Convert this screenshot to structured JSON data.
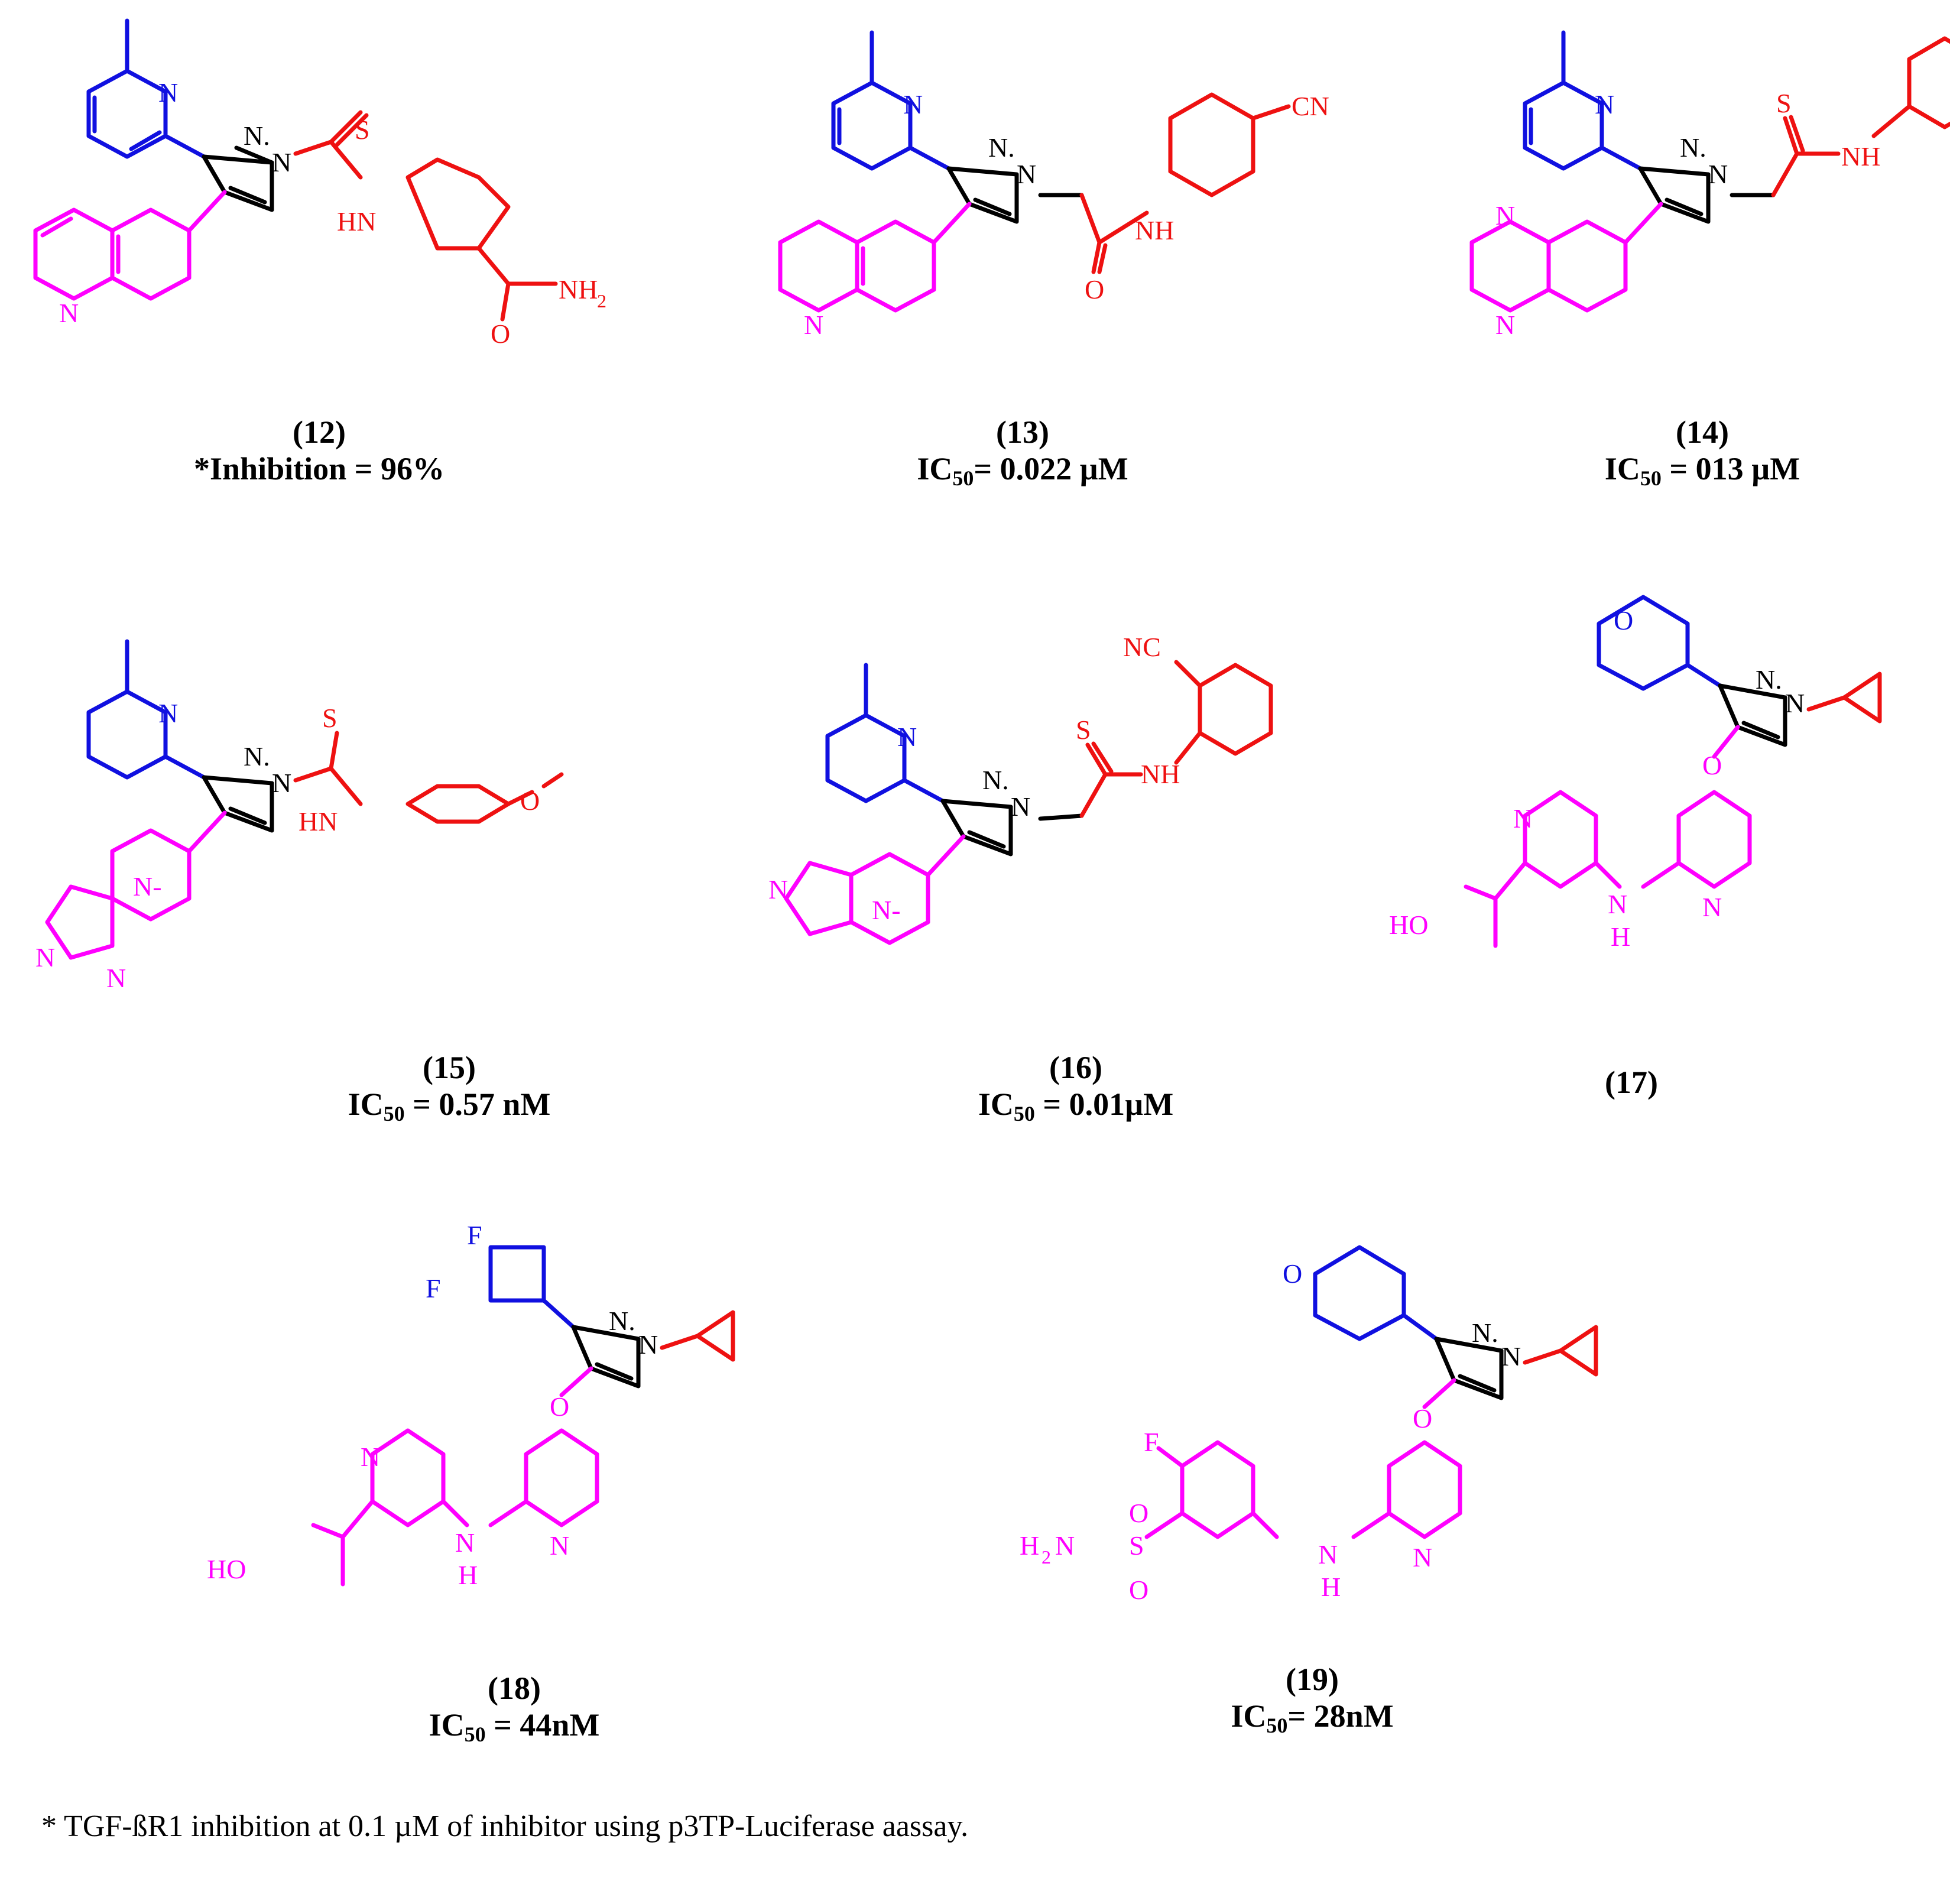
{
  "colors": {
    "core": "#000000",
    "blue": "#1010e0",
    "red": "#ee1111",
    "magenta": "#ff00ff"
  },
  "compounds": [
    {
      "id": "(12)",
      "activity_prefix": "*Inhibition = 96%",
      "activity_sub": "",
      "activity_suffix": ""
    },
    {
      "id": "(13)",
      "activity_prefix": "IC",
      "activity_sub": "50",
      "activity_suffix": "= 0.022 µM"
    },
    {
      "id": "(14)",
      "activity_prefix": "IC",
      "activity_sub": "50",
      "activity_suffix": "  = 013 µM"
    },
    {
      "id": "(15)",
      "activity_prefix": "IC",
      "activity_sub": "50",
      "activity_suffix": " = 0.57 nM"
    },
    {
      "id": "(16)",
      "activity_prefix": "IC",
      "activity_sub": "50",
      "activity_suffix": " = 0.01µM"
    },
    {
      "id": "(17)",
      "activity_prefix": "",
      "activity_sub": "",
      "activity_suffix": ""
    },
    {
      "id": "(18)",
      "activity_prefix": "IC",
      "activity_sub": "50",
      "activity_suffix": " = 44nM"
    },
    {
      "id": "(19)",
      "activity_prefix": "IC",
      "activity_sub": "50",
      "activity_suffix": "= 28nM"
    }
  ],
  "atoms": {
    "N": "N",
    "N_dot": "N.",
    "N_dash": "N-",
    "O": "O",
    "S": "S",
    "F": "F",
    "HN": "HN",
    "NH": "NH",
    "NH2": "NH",
    "sub2": "2",
    "H": "H",
    "HO": "HO",
    "CN": "CN",
    "NC": "NC",
    "H2N": "H",
    "SO2": "S"
  },
  "footnote": "*  TGF-ßR1 inhibition at  0.1 µM of inhibitor using p3TP-Luciferase aassay."
}
